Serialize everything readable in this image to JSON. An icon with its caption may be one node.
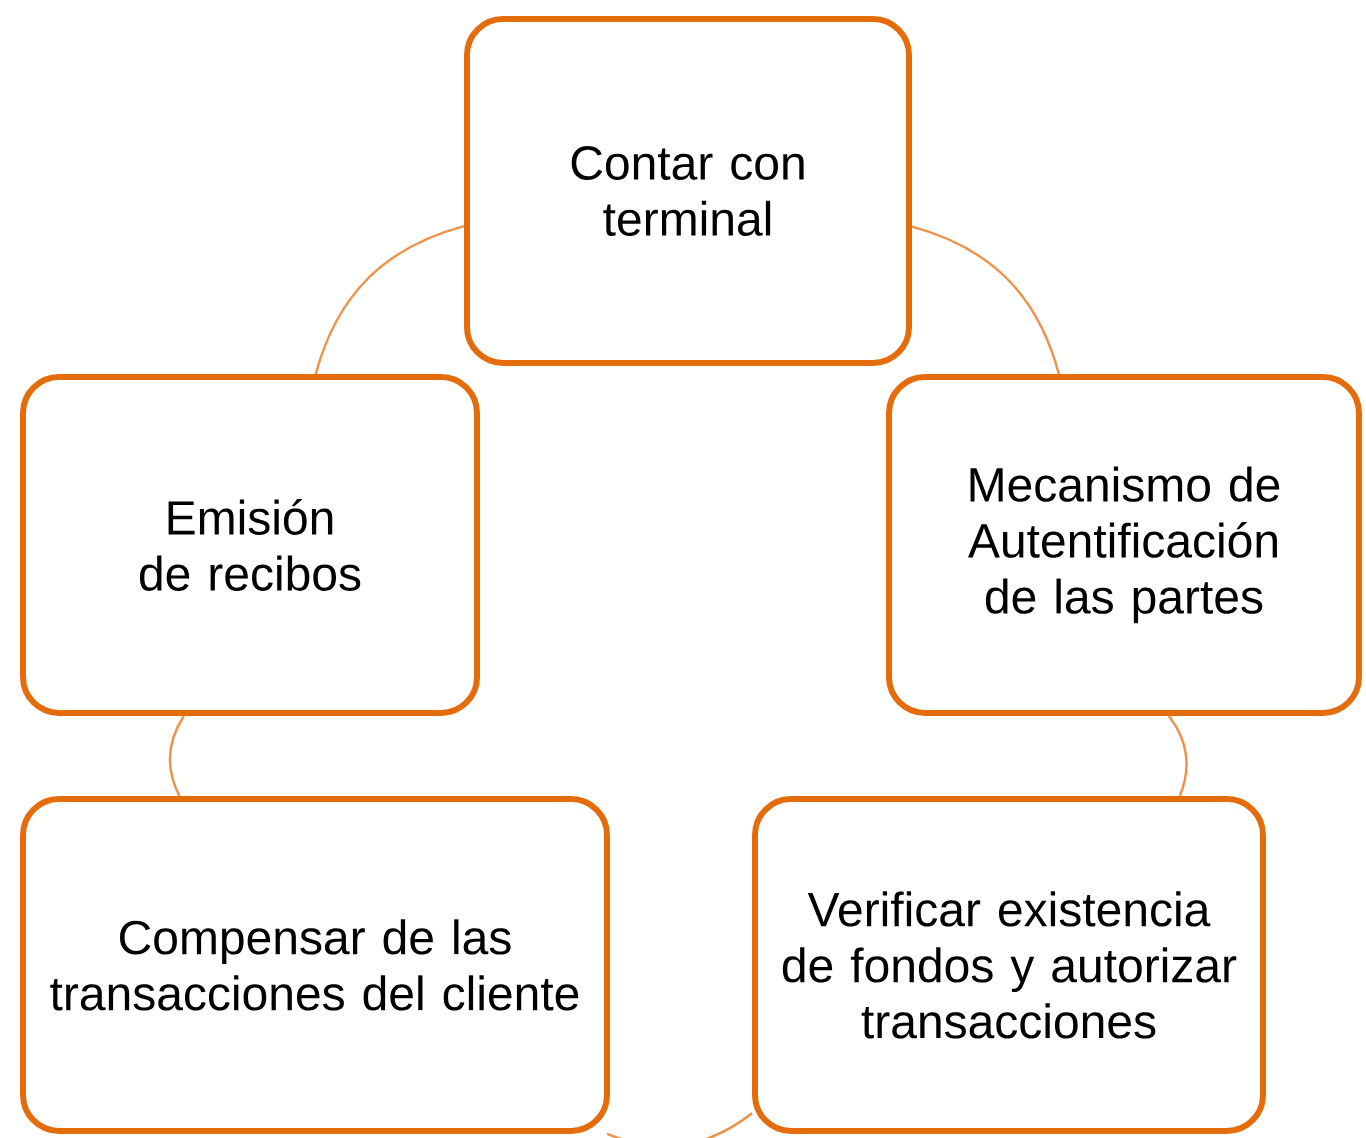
{
  "diagram": {
    "nodes": [
      {
        "text": [
          "Contar con terminal"
        ]
      },
      {
        "text": [
          "Mecanismo de Autentificación de las partes"
        ]
      },
      {
        "text": [
          "Verificar existencia de fondos y autorizar transacciones"
        ]
      },
      {
        "text": [
          "Compensar de las transacciones del cliente"
        ]
      },
      {
        "text": [
          "Emisión de recibos"
        ]
      }
    ],
    "edges": [
      {
        "from": 0,
        "to": 1,
        "arrow": "none"
      },
      {
        "from": 1,
        "to": 2,
        "arrow": "none"
      },
      {
        "from": 2,
        "to": 3,
        "arrow": "none"
      },
      {
        "from": 3,
        "to": 4,
        "arrow": "none"
      },
      {
        "from": 4,
        "to": 0,
        "arrow": "none"
      }
    ]
  }
}
